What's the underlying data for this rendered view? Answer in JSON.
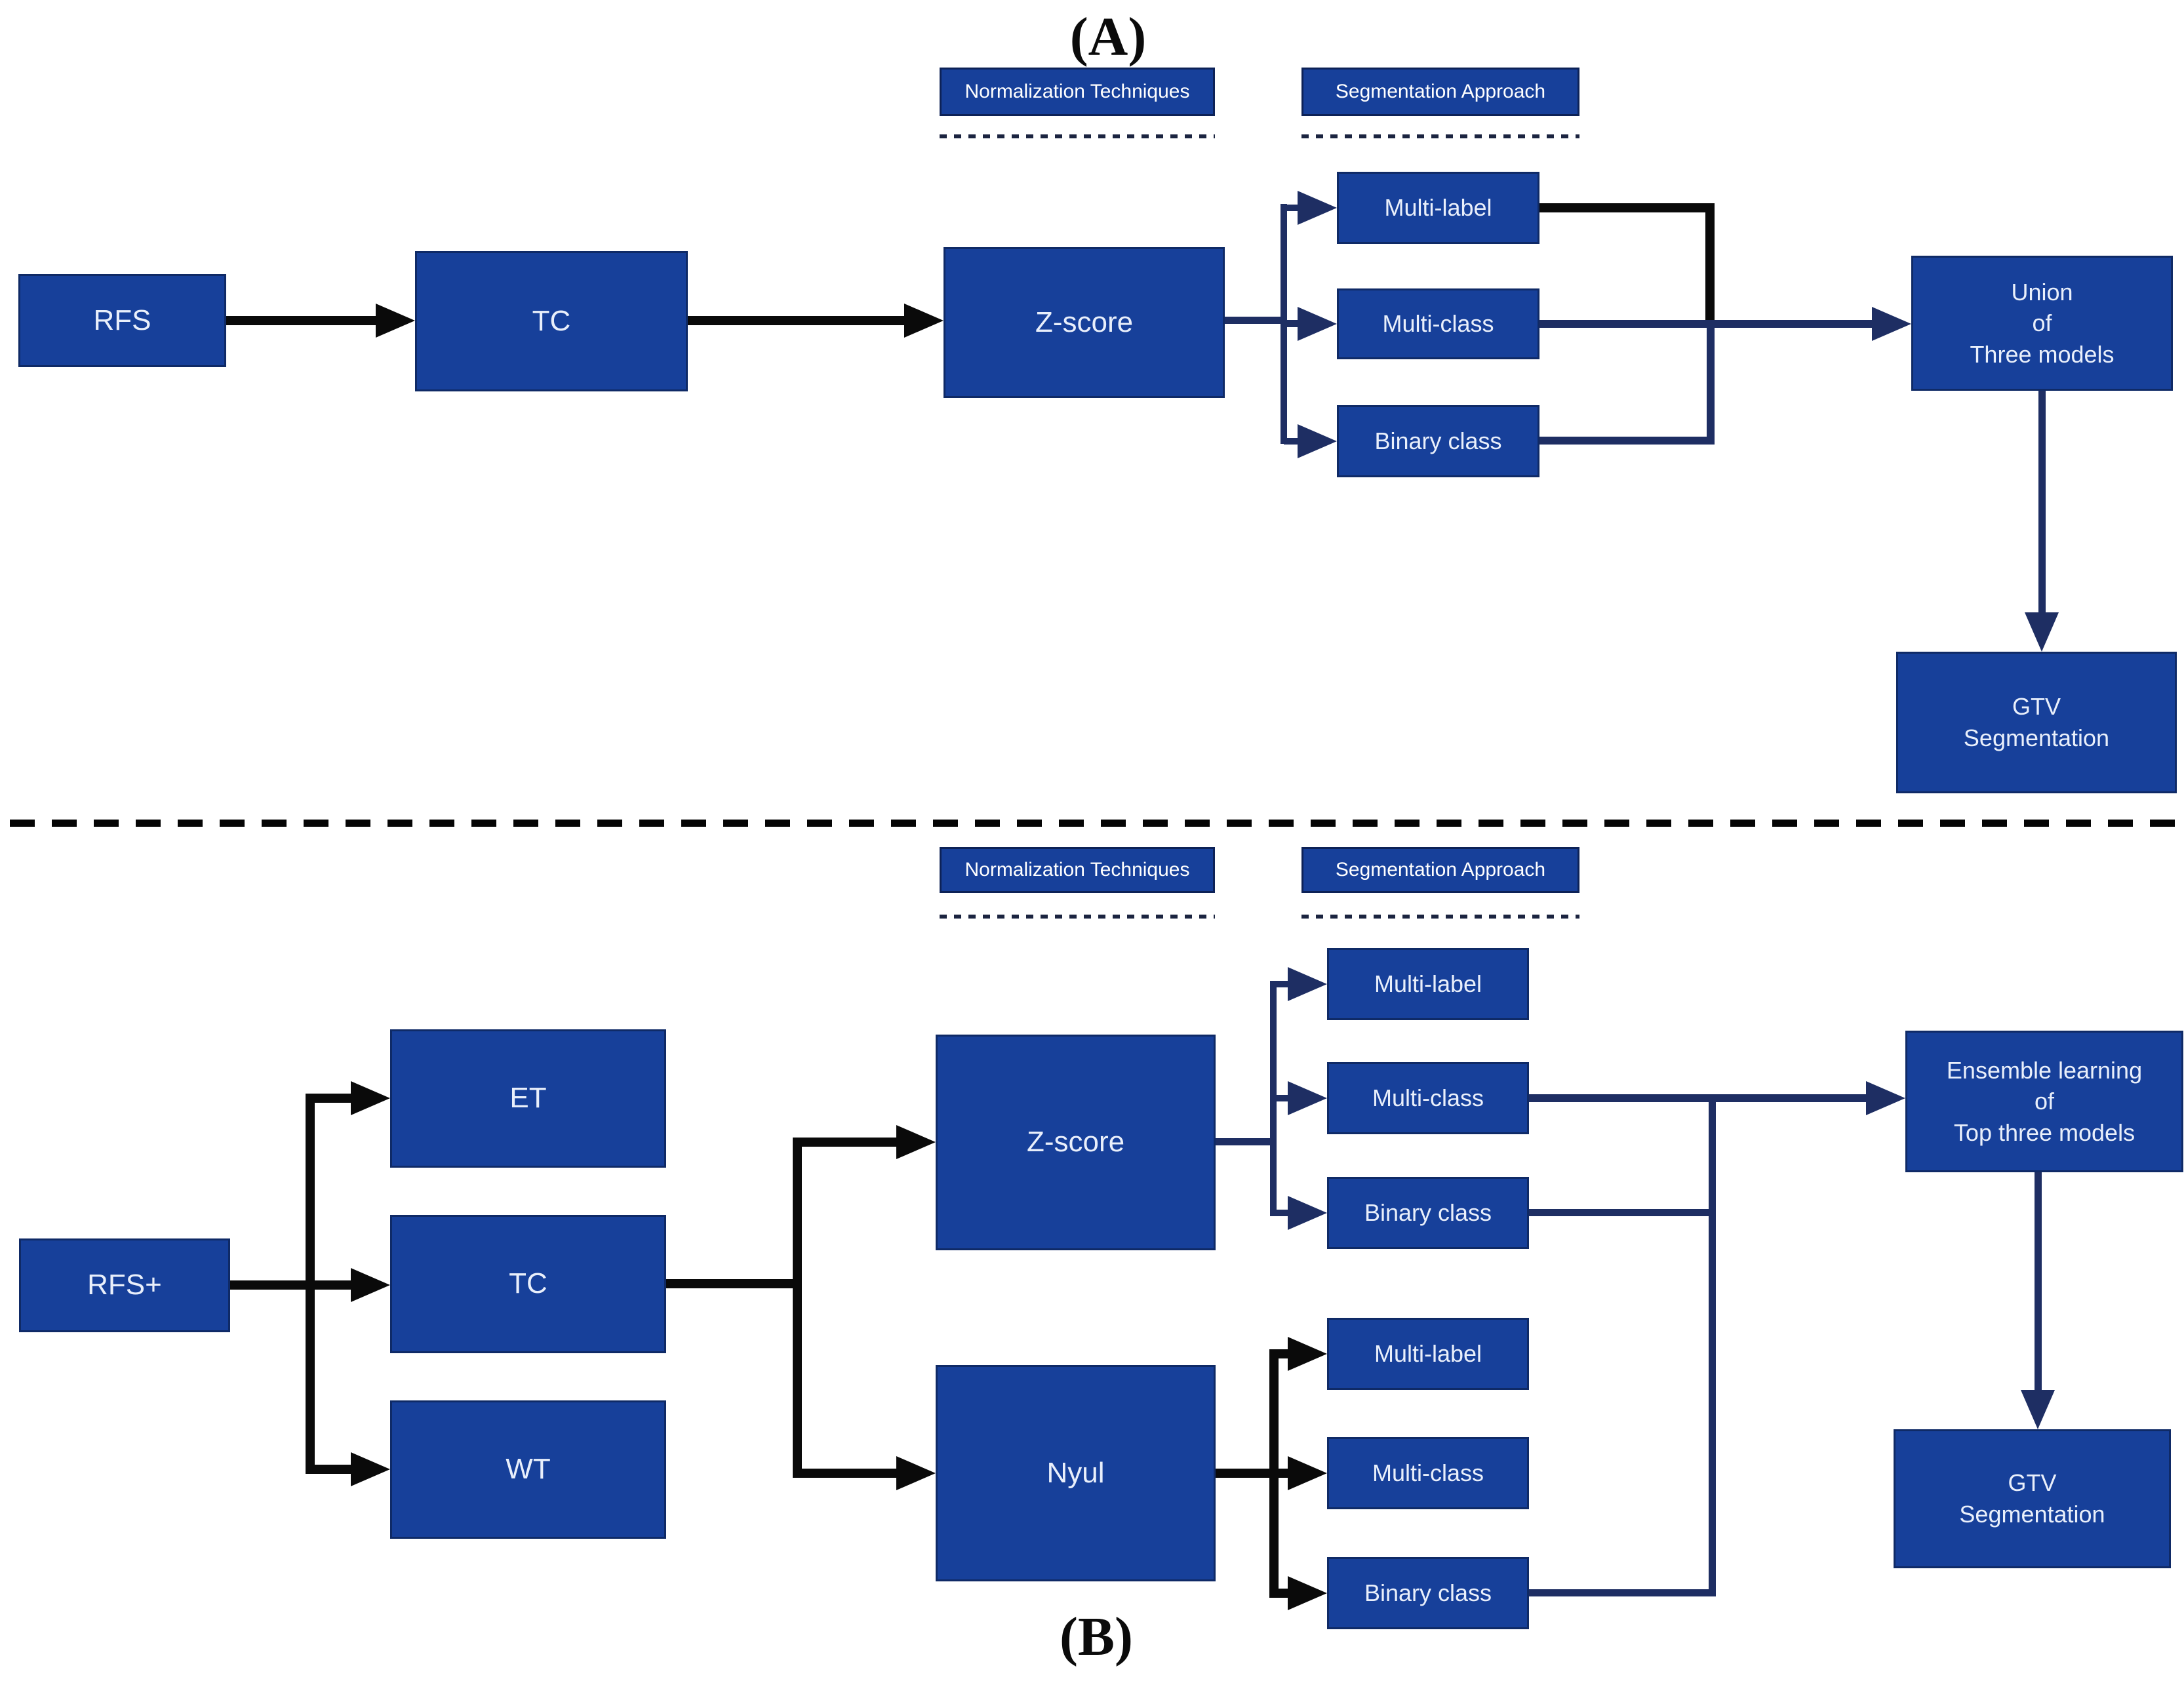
{
  "figure": {
    "type": "flowchart",
    "panel_count": 2,
    "colors": {
      "box_fill": "#17409a",
      "box_border": "#0f2a66",
      "line_black": "#0a0a0a",
      "line_navy": "#1e2e63",
      "text_light": "#e9effb",
      "background": "#ffffff"
    }
  },
  "panel_a": {
    "label": "(A)",
    "headers": {
      "normalization": "Normalization Techniques",
      "segmentation": "Segmentation Approach"
    },
    "nodes": {
      "rfs": "RFS",
      "tc": "TC",
      "zscore": "Z-score",
      "multi_label": "Multi-label",
      "multi_class": "Multi-class",
      "binary_class": "Binary class",
      "union": "Union\nof\nThree models",
      "gtv": "GTV\nSegmentation"
    }
  },
  "panel_b": {
    "label": "(B)",
    "headers": {
      "normalization": "Normalization Techniques",
      "segmentation": "Segmentation Approach"
    },
    "nodes": {
      "rfs_plus": "RFS+",
      "et": "ET",
      "tc": "TC",
      "wt": "WT",
      "zscore": "Z-score",
      "nyul": "Nyul",
      "zscore_multi_label": "Multi-label",
      "zscore_multi_class": "Multi-class",
      "zscore_binary_class": "Binary class",
      "nyul_multi_label": "Multi-label",
      "nyul_multi_class": "Multi-class",
      "nyul_binary_class": "Binary class",
      "ensemble": "Ensemble learning\nof\nTop three models",
      "gtv": "GTV\nSegmentation"
    }
  }
}
